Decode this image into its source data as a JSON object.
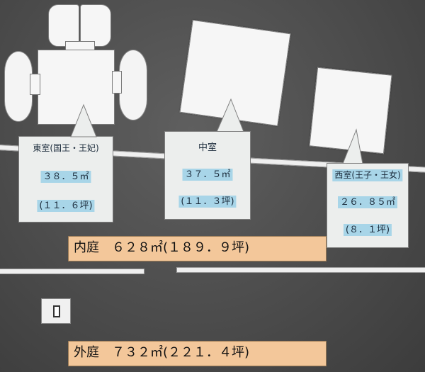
{
  "chambers": {
    "east": {
      "title": "東室(国王・王妃)",
      "area": "３８．５㎡",
      "tsubo": "(１１．６坪)"
    },
    "middle": {
      "title": "中室",
      "area": "３７．５㎡",
      "tsubo": "(１１．３坪)"
    },
    "west": {
      "title": "西室(王子・王女)",
      "area": "２６．８５㎡",
      "tsubo": "(８．１坪)"
    }
  },
  "courtyards": {
    "inner": "内庭　６２８㎡(１８９．９坪)",
    "outer": "外庭　７３２㎡(２２１．４坪)"
  }
}
